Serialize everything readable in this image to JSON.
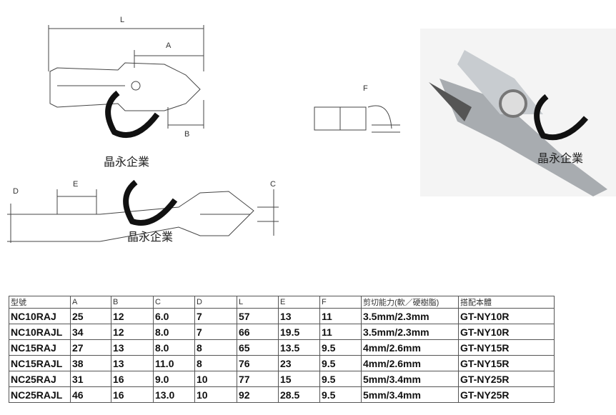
{
  "watermark": "晶永企業",
  "dims": {
    "L": "L",
    "A": "A",
    "B": "B",
    "C": "C",
    "D": "D",
    "E": "E",
    "F": "F"
  },
  "table": {
    "headers": [
      "型號",
      "A",
      "B",
      "C",
      "D",
      "L",
      "E",
      "F",
      "剪切能力(軟／硬樹脂)",
      "搭配本體"
    ],
    "rows": [
      [
        "NC10RAJ",
        "25",
        "12",
        "6.0",
        "7",
        "57",
        "13",
        "11",
        "3.5mm/2.3mm",
        "GT-NY10R"
      ],
      [
        "NC10RAJL",
        "34",
        "12",
        "8.0",
        "7",
        "66",
        "19.5",
        "11",
        "3.5mm/2.3mm",
        "GT-NY10R"
      ],
      [
        "NC15RAJ",
        "27",
        "13",
        "8.0",
        "8",
        "65",
        "13.5",
        "9.5",
        "4mm/2.6mm",
        "GT-NY15R"
      ],
      [
        "NC15RAJL",
        "38",
        "13",
        "11.0",
        "8",
        "76",
        "23",
        "9.5",
        "4mm/2.6mm",
        "GT-NY15R"
      ],
      [
        "NC25RAJ",
        "31",
        "16",
        "9.0",
        "10",
        "77",
        "15",
        "9.5",
        "5mm/3.4mm",
        "GT-NY25R"
      ],
      [
        "NC25RAJL",
        "46",
        "16",
        "13.0",
        "10",
        "92",
        "28.5",
        "9.5",
        "5mm/3.4mm",
        "GT-NY25R"
      ]
    ]
  }
}
